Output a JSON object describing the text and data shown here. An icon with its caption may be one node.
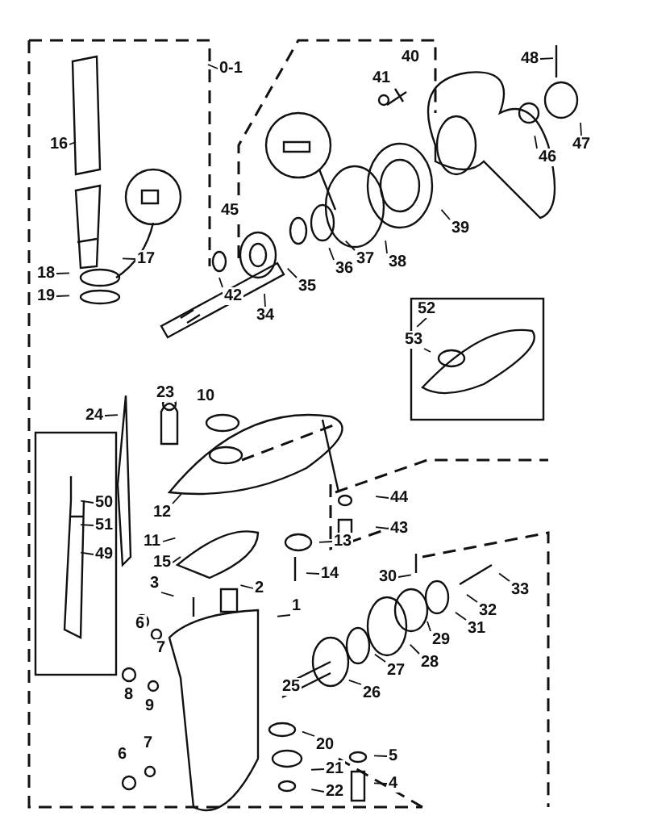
{
  "diagram": {
    "nodes": [
      {
        "text": [
          "0-1"
        ]
      },
      {
        "text": [
          "48"
        ]
      },
      {
        "text": [
          "16"
        ]
      },
      {
        "text": [
          "47"
        ]
      },
      {
        "text": [
          "46"
        ]
      },
      {
        "text": [
          "39"
        ]
      },
      {
        "text": [
          "17"
        ]
      },
      {
        "text": [
          "18"
        ]
      },
      {
        "text": [
          "38"
        ]
      },
      {
        "text": [
          "37"
        ]
      },
      {
        "text": [
          "36"
        ]
      },
      {
        "text": [
          "35"
        ]
      },
      {
        "text": [
          "42"
        ]
      },
      {
        "text": [
          "19"
        ]
      },
      {
        "text": [
          "34"
        ]
      },
      {
        "text": [
          "52"
        ]
      },
      {
        "text": [
          "53"
        ]
      },
      {
        "text": [
          "24"
        ]
      },
      {
        "text": [
          "44"
        ]
      },
      {
        "text": [
          "12"
        ]
      },
      {
        "text": [
          "50"
        ]
      },
      {
        "text": [
          "43"
        ]
      },
      {
        "text": [
          "11"
        ]
      },
      {
        "text": [
          "51"
        ]
      },
      {
        "text": [
          "13"
        ]
      },
      {
        "text": [
          "15"
        ]
      },
      {
        "text": [
          "49"
        ]
      },
      {
        "text": [
          "30"
        ]
      },
      {
        "text": [
          "14"
        ]
      },
      {
        "text": [
          "3"
        ]
      },
      {
        "text": [
          "2"
        ]
      },
      {
        "text": [
          "33"
        ]
      },
      {
        "text": [
          "32"
        ]
      },
      {
        "text": [
          "1"
        ]
      },
      {
        "text": [
          "31"
        ]
      },
      {
        "text": [
          "29"
        ]
      },
      {
        "text": [
          "28"
        ]
      },
      {
        "text": [
          "27"
        ]
      },
      {
        "text": [
          "26"
        ]
      },
      {
        "text": [
          "20"
        ]
      },
      {
        "text": [
          "5"
        ]
      },
      {
        "text": [
          "21"
        ]
      },
      {
        "text": [
          "4"
        ]
      },
      {
        "text": [
          "22"
        ]
      },
      {
        "text": [
          "40"
        ]
      },
      {
        "text": [
          "41"
        ]
      },
      {
        "text": [
          "45"
        ]
      },
      {
        "text": [
          "23"
        ]
      },
      {
        "text": [
          "10"
        ]
      },
      {
        "text": [
          "6"
        ]
      },
      {
        "text": [
          "7"
        ]
      },
      {
        "text": [
          "8"
        ]
      },
      {
        "text": [
          "9"
        ]
      },
      {
        "text": [
          "25"
        ]
      },
      {
        "text": [
          "6"
        ]
      },
      {
        "text": [
          "7"
        ]
      }
    ],
    "edges": [
      {
        "from": 0,
        "to": null,
        "arrow": "none"
      },
      {
        "from": 1,
        "to": null,
        "arrow": "none"
      },
      {
        "from": 2,
        "to": null,
        "arrow": "none"
      },
      {
        "from": 3,
        "to": null,
        "arrow": "none"
      },
      {
        "from": 4,
        "to": null,
        "arrow": "none"
      },
      {
        "from": 5,
        "to": null,
        "arrow": "none"
      },
      {
        "from": 6,
        "to": null,
        "arrow": "none"
      },
      {
        "from": 7,
        "to": null,
        "arrow": "none"
      },
      {
        "from": 8,
        "to": null,
        "arrow": "none"
      },
      {
        "from": 9,
        "to": null,
        "arrow": "none"
      },
      {
        "from": 10,
        "to": null,
        "arrow": "none"
      },
      {
        "from": 11,
        "to": null,
        "arrow": "none"
      },
      {
        "from": 12,
        "to": null,
        "arrow": "none"
      },
      {
        "from": 13,
        "to": null,
        "arrow": "none"
      },
      {
        "from": 14,
        "to": null,
        "arrow": "none"
      },
      {
        "from": 15,
        "to": null,
        "arrow": "none"
      },
      {
        "from": 16,
        "to": null,
        "arrow": "none"
      },
      {
        "from": 17,
        "to": null,
        "arrow": "none"
      },
      {
        "from": 18,
        "to": null,
        "arrow": "none"
      },
      {
        "from": 19,
        "to": null,
        "arrow": "none"
      },
      {
        "from": 20,
        "to": null,
        "arrow": "none"
      },
      {
        "from": 21,
        "to": null,
        "arrow": "none"
      },
      {
        "from": 22,
        "to": null,
        "arrow": "none"
      },
      {
        "from": 23,
        "to": null,
        "arrow": "none"
      },
      {
        "from": 24,
        "to": null,
        "arrow": "none"
      },
      {
        "from": 25,
        "to": null,
        "arrow": "none"
      },
      {
        "from": 26,
        "to": null,
        "arrow": "none"
      },
      {
        "from": 27,
        "to": null,
        "arrow": "none"
      },
      {
        "from": 28,
        "to": null,
        "arrow": "none"
      },
      {
        "from": 29,
        "to": null,
        "arrow": "none"
      },
      {
        "from": 30,
        "to": null,
        "arrow": "none"
      },
      {
        "from": 31,
        "to": null,
        "arrow": "none"
      },
      {
        "from": 32,
        "to": null,
        "arrow": "none"
      },
      {
        "from": 33,
        "to": null,
        "arrow": "none"
      },
      {
        "from": 34,
        "to": null,
        "arrow": "none"
      },
      {
        "from": 35,
        "to": null,
        "arrow": "none"
      },
      {
        "from": 36,
        "to": null,
        "arrow": "none"
      },
      {
        "from": 37,
        "to": null,
        "arrow": "none"
      },
      {
        "from": 38,
        "to": null,
        "arrow": "none"
      },
      {
        "from": 39,
        "to": null,
        "arrow": "none"
      },
      {
        "from": 40,
        "to": null,
        "arrow": "none"
      },
      {
        "from": 41,
        "to": null,
        "arrow": "none"
      },
      {
        "from": 42,
        "to": null,
        "arrow": "none"
      },
      {
        "from": 43,
        "to": null,
        "arrow": "none"
      }
    ]
  }
}
